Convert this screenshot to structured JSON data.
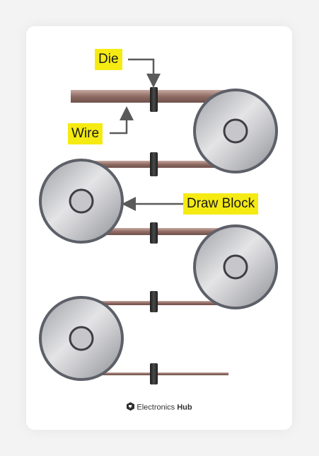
{
  "labels": {
    "die": "Die",
    "wire": "Wire",
    "draw_block": "Draw Block"
  },
  "brand": {
    "name_light": "Electronics",
    "name_bold": "Hub",
    "logo_icon": "electronics-hub-logo-icon"
  },
  "colors": {
    "callout_bg": "#f5eb13",
    "wire": "#9e7a72",
    "die": "#2b2b2b",
    "drum": "#b9b9bb",
    "drum_rim": "#5d6068"
  }
}
